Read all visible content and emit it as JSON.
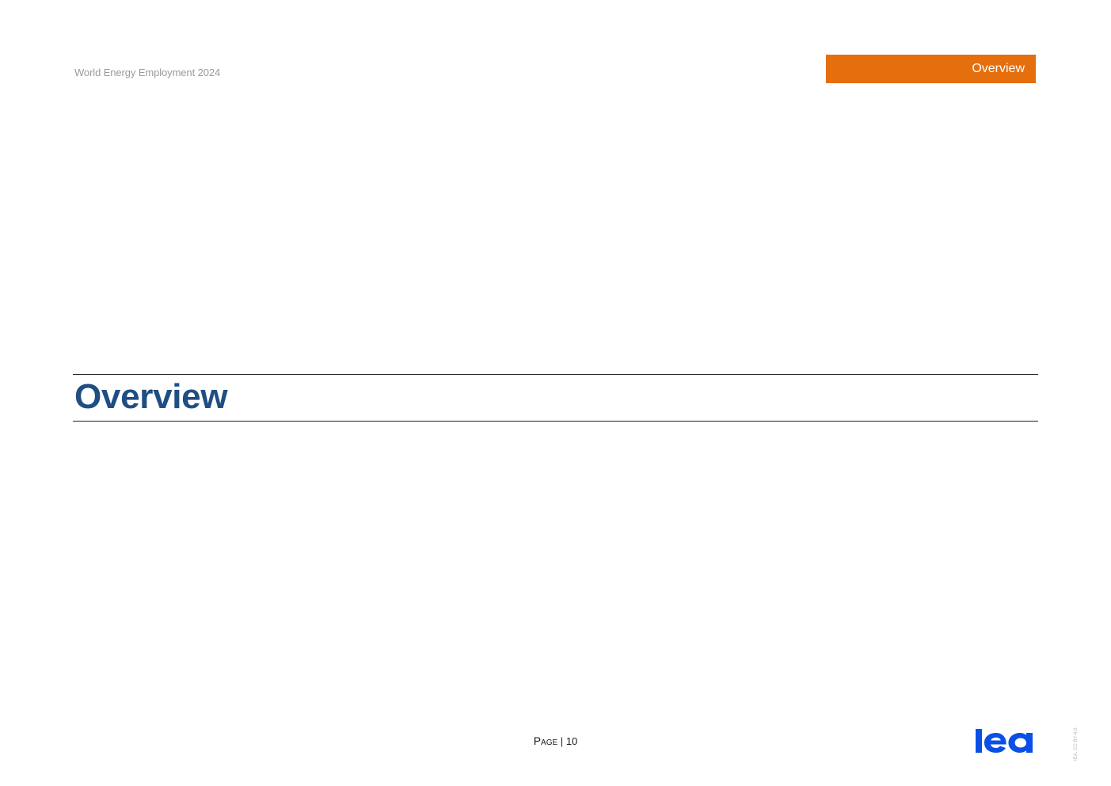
{
  "header": {
    "report_title": "World Energy Employment 2024",
    "section_tab": "Overview"
  },
  "main": {
    "section_heading": "Overview"
  },
  "footer": {
    "page_word": "Page",
    "separator": "|",
    "page_number": "10",
    "logo_text": "iea",
    "license": "IEA. CC BY 4.0."
  },
  "colors": {
    "accent_orange": "#e56e0d",
    "heading_blue": "#1f4e82",
    "logo_blue": "#0a4fe6"
  }
}
